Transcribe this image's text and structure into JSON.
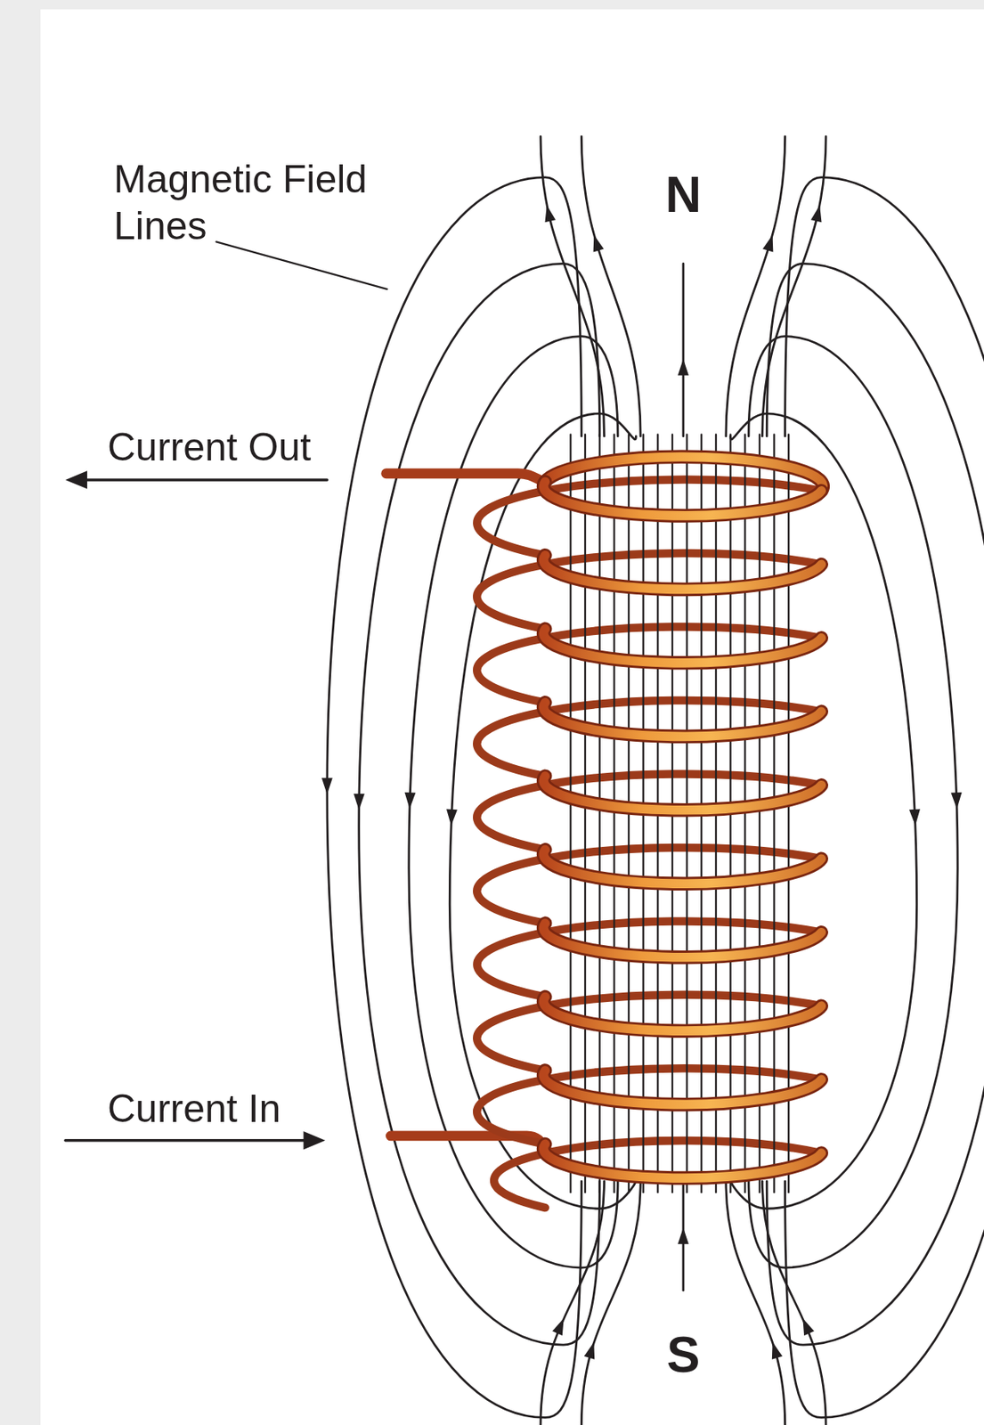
{
  "diagram": {
    "labels": [
      "Magnetic Field Lines",
      "Current Out",
      "Current In",
      "N",
      "S"
    ]
  }
}
